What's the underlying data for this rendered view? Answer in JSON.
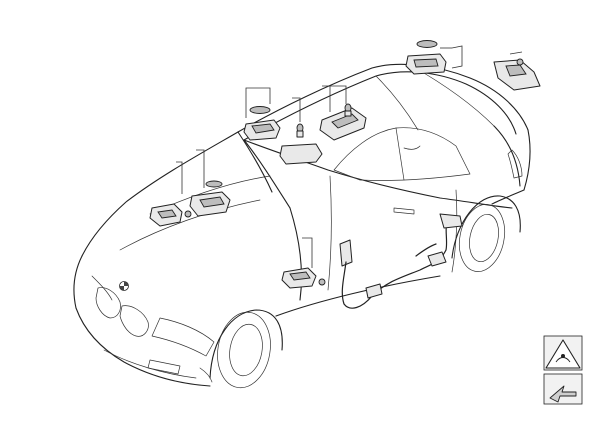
{
  "diagram": {
    "type": "parts-exploded-view",
    "subject": "car",
    "brand_badge": "bmw-roundel",
    "parts": [
      {
        "id": "trunk-light-lens"
      },
      {
        "id": "trunk-light-housing"
      },
      {
        "id": "rear-interior-light"
      },
      {
        "id": "rear-light-bulb"
      },
      {
        "id": "reading-light-lens"
      },
      {
        "id": "reading-light-housing"
      },
      {
        "id": "reading-light-bulb"
      },
      {
        "id": "roof-light-cover"
      },
      {
        "id": "front-light-bulb"
      },
      {
        "id": "front-light-housing"
      },
      {
        "id": "glovebox-light"
      },
      {
        "id": "footwell-light"
      },
      {
        "id": "door-wiring-harness"
      }
    ]
  },
  "corner_icons": [
    {
      "name": "warning-triangle-icon"
    },
    {
      "name": "arrow-navigation-icon"
    }
  ]
}
